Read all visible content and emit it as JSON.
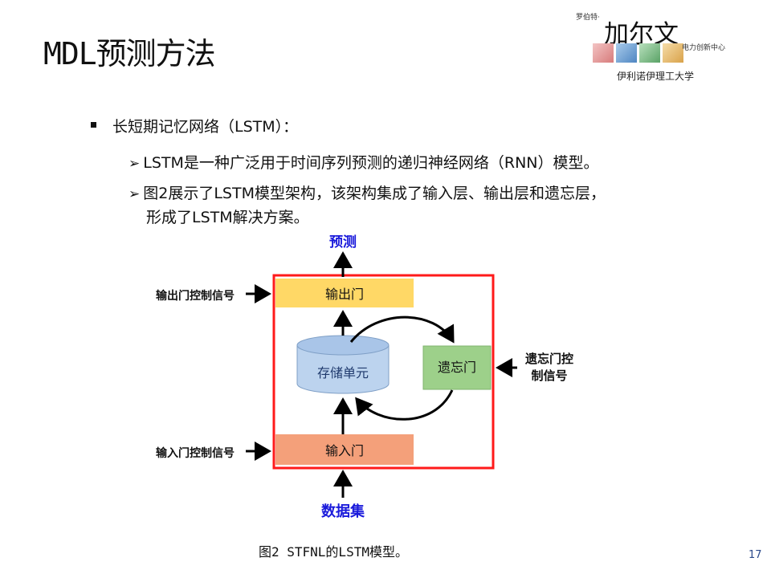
{
  "slide": {
    "title": "MDL预测方法",
    "page_number": "17"
  },
  "logo": {
    "small_text": "罗伯特·",
    "main_text": "加尔文",
    "sub_text": "电力创新中心",
    "university": "伊利诺伊理工大学",
    "tile_colors": [
      "#e8a0a0",
      "#6aa3d8",
      "#7fc48a",
      "#e9c07a"
    ]
  },
  "bullets": {
    "main": "长短期记忆网络（LSTM）：",
    "sub1": "LSTM是一种广泛用于时间序列预测的递归神经网络（RNN）模型。",
    "sub2_line1": "图2展示了LSTM模型架构，该架构集成了输入层、输出层和遗忘层，",
    "sub2_line2": "形成了LSTM解决方案。"
  },
  "diagram": {
    "top_label": "预测",
    "bottom_label": "数据集",
    "output_gate": "输出门",
    "input_gate": "输入门",
    "forget_gate": "遗忘门",
    "memory_cell": "存储单元",
    "output_signal": "输出门控制信号",
    "input_signal": "输入门控制信号",
    "forget_signal_line1": "遗忘门控",
    "forget_signal_line2": "制信号",
    "colors": {
      "frame": "#ff1a1a",
      "output_gate": "#ffd866",
      "input_gate": "#f4a07a",
      "forget_gate": "#9dd08a",
      "memory_cell": "#bcd3ee",
      "blue_label": "#1a1adb"
    }
  },
  "caption": "图2 STFNL的LSTM模型。"
}
